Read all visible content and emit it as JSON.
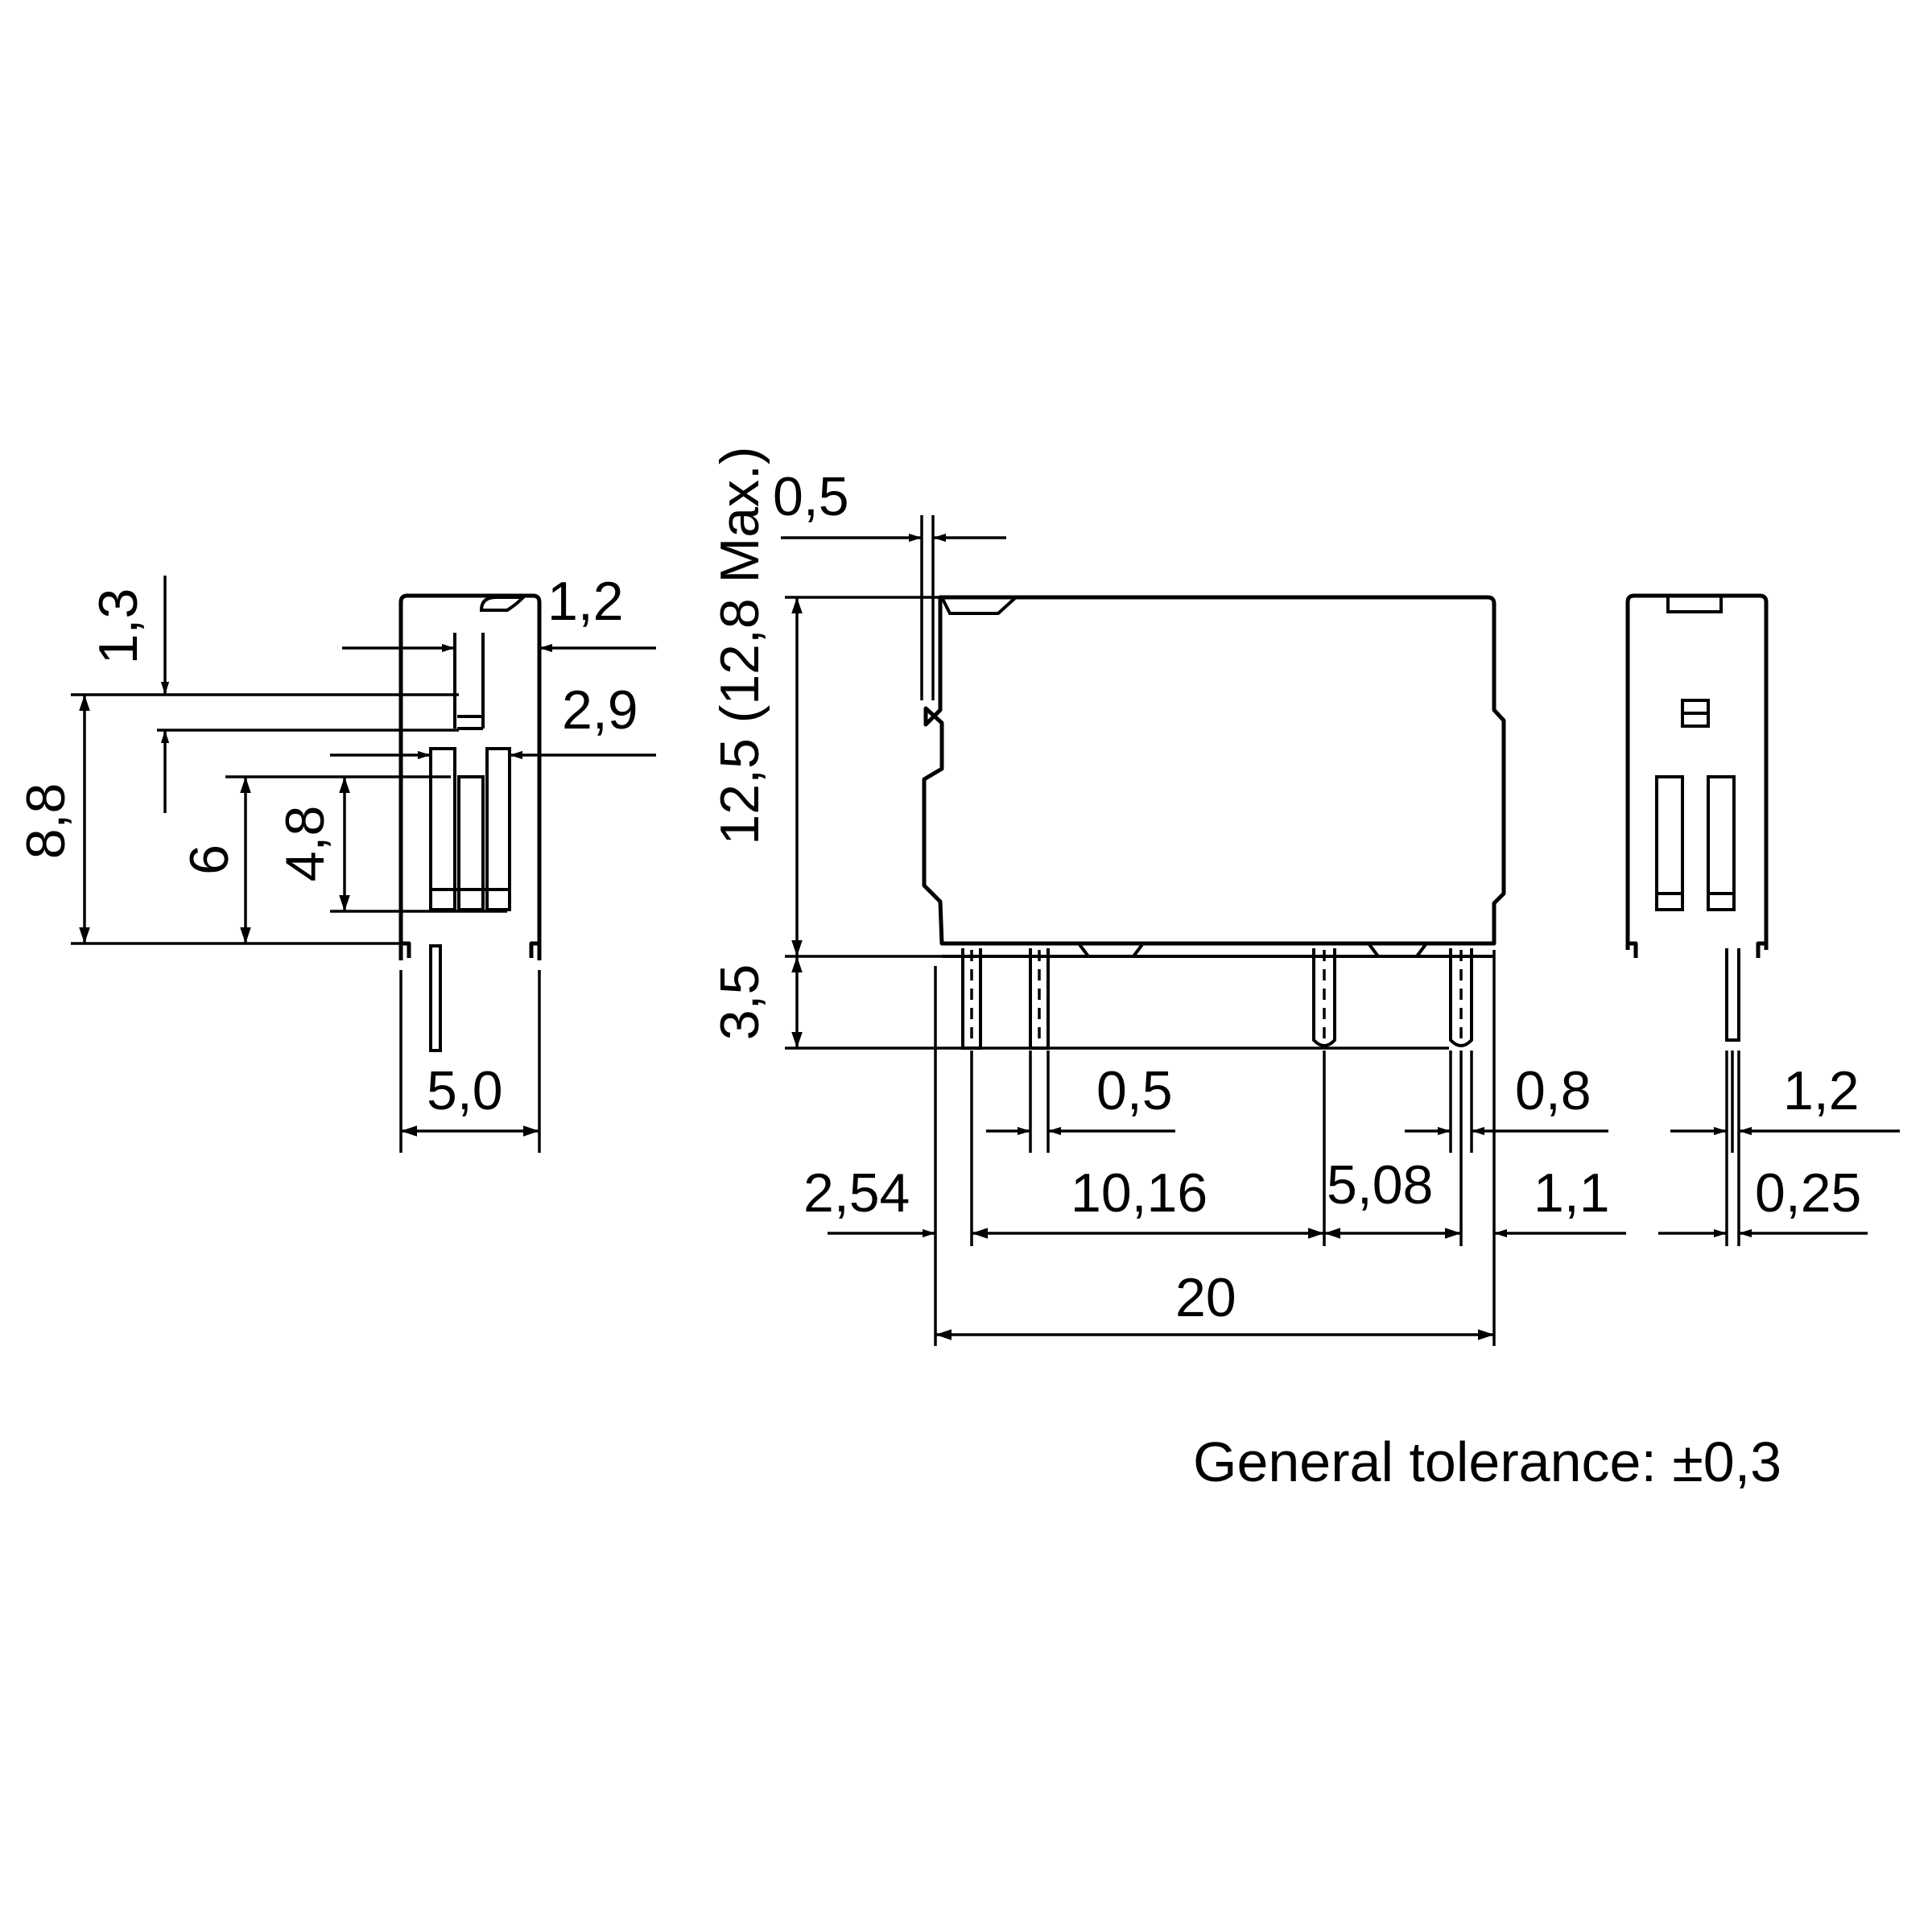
{
  "dimensions": {
    "side_view": {
      "d_1_3": "1,3",
      "d_1_2": "1,2",
      "d_2_9": "2,9",
      "d_8_8": "8,8",
      "d_6": "6",
      "d_4_8": "4,8",
      "d_5_0": "5,0"
    },
    "front_view": {
      "d_0_5_top": "0,5",
      "d_height": "12,5 (12,8 Max.)",
      "d_3_5": "3,5",
      "d_0_5_pin": "0,5",
      "d_0_8": "0,8",
      "d_2_54": "2,54",
      "d_10_16": "10,16",
      "d_5_08": "5,08",
      "d_1_1": "1,1",
      "d_20": "20"
    },
    "end_view": {
      "d_1_2": "1,2",
      "d_0_25": "0,25"
    }
  },
  "note": "General tolerance: ±0,3"
}
